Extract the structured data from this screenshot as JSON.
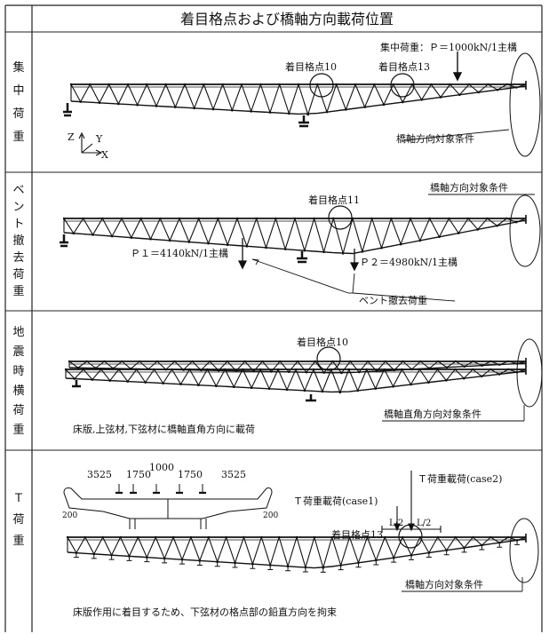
{
  "title": "着目格点および橋軸方向載荷位置",
  "rows": [
    {
      "label": "集中荷重",
      "texts": {
        "load": "集中荷重：Ｐ＝1000kN/1主構",
        "node10": "着目格点10",
        "node13": "着目格点13",
        "condition": "橋軸方向対象条件",
        "axis_z": "Z",
        "axis_y": "Y",
        "axis_x": "X"
      }
    },
    {
      "label": "ベント撤去荷重",
      "texts": {
        "node11": "着目格点11",
        "condition": "橋軸方向対象条件",
        "p1": "Ｐ１＝4140kN/1主構",
        "p2": "Ｐ２＝4980kN/1主構",
        "bent": "ベント撤去荷重"
      }
    },
    {
      "label": "地震時横荷重",
      "texts": {
        "node10": "着目格点10",
        "condition": "橋軸直角方向対象条件",
        "note": "床版,上弦材,下弦材に橋軸直角方向に載荷"
      }
    },
    {
      "label": "Ｔ荷重",
      "texts": {
        "dim_left": "3525",
        "dim_1750a": "1750",
        "dim_1000": "1000",
        "dim_1750b": "1750",
        "dim_right": "3525",
        "dim_200a": "200",
        "dim_200b": "200",
        "case1": "Ｔ荷重載荷(case1)",
        "case2": "Ｔ荷重載荷(case2)",
        "half_a": "L/2",
        "half_b": "L/2",
        "node13": "着目格点13",
        "condition": "橋軸方向対象条件",
        "note": "床版作用に着目するため、下弦材の格点部の鉛直方向を拘束"
      }
    }
  ]
}
